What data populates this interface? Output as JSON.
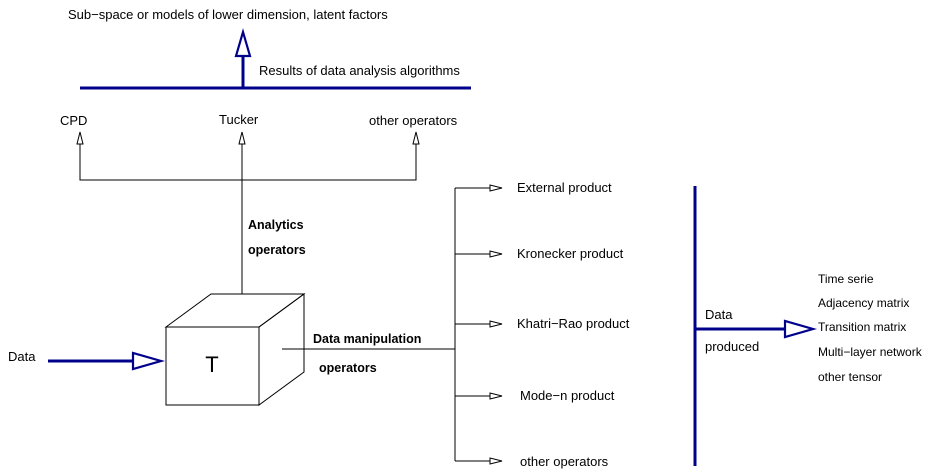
{
  "top_label": "Sub−space or models of lower dimension, latent factors",
  "results_label": "Results of data analysis algorithms",
  "analytics_operators": {
    "items": [
      "CPD",
      "Tucker",
      "other operators"
    ],
    "label_line1": "Analytics",
    "label_line2": "operators"
  },
  "tensor": {
    "letter": "T",
    "input_label": "Data"
  },
  "manipulation_operators": {
    "label_line1": "Data manipulation",
    "label_line2": "operators",
    "items": [
      "External product",
      "Kronecker product",
      "Khatri−Rao product",
      "Mode−n product",
      "other operators"
    ]
  },
  "data_produced": {
    "label_line1": "Data",
    "label_line2": "produced",
    "outputs": [
      "Time serie",
      "Adjacency matrix",
      "Transition matrix",
      "Multi−layer network",
      "other tensor"
    ]
  },
  "colors": {
    "accent": "#00008b",
    "line": "#000000",
    "background": "#ffffff"
  }
}
